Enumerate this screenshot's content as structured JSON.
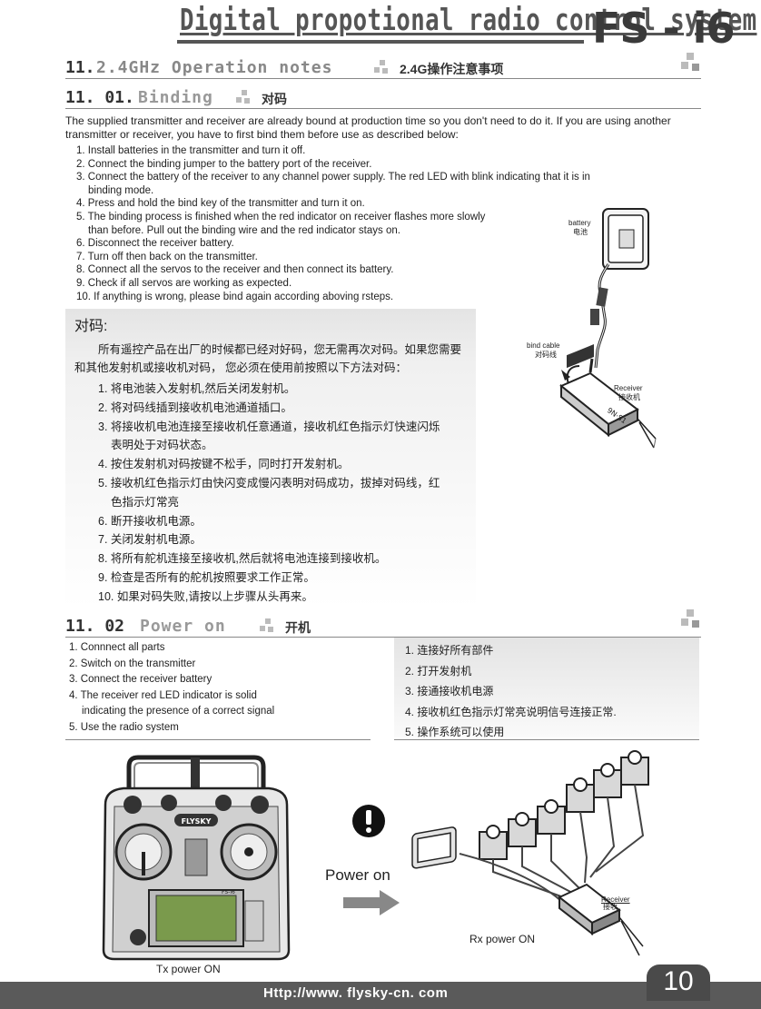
{
  "header": {
    "title": "Digital propotional radio control system",
    "brand": "FS - i6"
  },
  "section_11": {
    "num": "11.",
    "en": "2.4GHz Operation notes",
    "zh": "2.4G操作注意事项"
  },
  "section_11_01": {
    "num": "11. 01.",
    "en": "Binding",
    "zh": "对码",
    "intro": "The supplied transmitter and receiver are already bound at production time so you don't need to do it. If you are using another transmitter or receiver, you have to first bind them before use as described below:",
    "steps": [
      "1. Install batteries in the transmitter and turn it off.",
      "2. Connect the binding jumper to the battery port of the receiver.",
      "3. Connect the battery of the receiver to any channel power supply. The red LED with blink indicating that it is in",
      "binding mode.",
      "4. Press and hold the bind key of the transmitter and turn it on.",
      "5. The binding process is finished when the red indicator on receiver flashes more slowly",
      "than before. Pull out the binding wire and the red indicator stays on.",
      "6. Disconnect the receiver battery.",
      "7. Turn off then back on the transmitter.",
      "8. Connect all the servos to the receiver and then connect its battery.",
      "9. Check if all servos are working as expected.",
      "10. If anything is wrong, please bind again according aboving rsteps."
    ],
    "zh_title": "对码:",
    "zh_intro": "所有遥控产品在出厂的时候都已经对好码，您无需再次对码。如果您需要和其他发射机或接收机对码， 您必须在使用前按照以下方法对码：",
    "zh_steps": [
      "1. 将电池装入发射机,然后关闭发射机。",
      "2. 将对码线插到接收机电池通道插口。",
      "3. 将接收机电池连接至接收机任意通道，接收机红色指示灯快速闪烁",
      "表明处于对码状态。",
      "4. 按住发射机对码按键不松手，同时打开发射机。",
      "5. 接收机红色指示灯由快闪变成慢闪表明对码成功，拔掉对码线，红",
      "色指示灯常亮",
      "6. 断开接收机电源。",
      "7. 关闭发射机电源。",
      "8. 将所有舵机连接至接收机,然后就将电池连接到接收机。",
      "9. 检查是否所有的舵机按照要求工作正常。",
      "10. 如果对码失败,请按以上步骤从头再来。"
    ],
    "diagram": {
      "battery": "battery",
      "battery_zh": "电池",
      "bind_cable": "bind cable",
      "bind_cable_zh": "对码线",
      "receiver": "Receiver",
      "receiver_zh": "接收机"
    }
  },
  "section_11_02": {
    "num": "11. 02",
    "en": "Power on",
    "zh": "开机",
    "steps_en": [
      "1. Connnect all parts",
      "2. Switch on the transmitter",
      "3. Connect the receiver battery",
      "4. The receiver red LED indicator is solid",
      "indicating the presence of a correct signal",
      "5. Use the radio system"
    ],
    "steps_zh": [
      "1. 连接好所有部件",
      "2. 打开发射机",
      "3. 接通接收机电源",
      "4. 接收机红色指示灯常亮说明信号连接正常.",
      "5. 操作系统可以使用"
    ],
    "tx_caption": "Tx power ON",
    "power_on": "Power on",
    "rx_caption": "Rx power ON",
    "tx_brand": "FLYSKY",
    "tx_model": "FS-i6",
    "rx_label": "Receiver",
    "rx_label_zh": "接收"
  },
  "footer": {
    "url": "Http://www. flysky-cn. com",
    "page": "10"
  }
}
